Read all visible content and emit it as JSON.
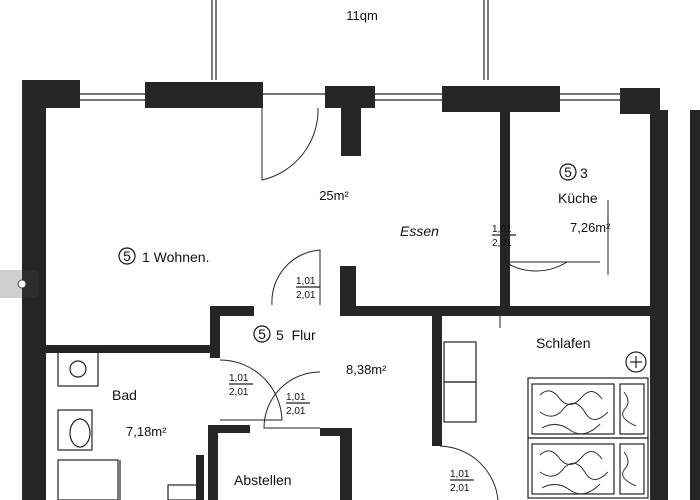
{
  "top_area": "11qm",
  "rooms": {
    "wohnen": {
      "number": "5",
      "name": "1 Wohnen.",
      "area": "25m²"
    },
    "kueche": {
      "number": "5",
      "name_num": "3",
      "name": "Küche",
      "area": "7,26m²"
    },
    "flur": {
      "number": "5",
      "name": "5  Flur",
      "area": "8,38m²"
    },
    "schlafen": {
      "name": "Schlafen"
    },
    "bad": {
      "name": "Bad",
      "area": "7,18m²"
    },
    "abstellen": {
      "name": "Abstellen"
    }
  },
  "handwriting": "Essen",
  "door_labels": {
    "kitchen": {
      "w": "1,01",
      "h": "2,01"
    },
    "living": {
      "w": "1,01",
      "h": "2,01"
    },
    "bath": {
      "w": "1,01",
      "h": "2,01"
    },
    "storage": {
      "w": "1,01",
      "h": "2,01"
    },
    "bedroom": {
      "w": "1,01",
      "h": "2,01"
    }
  }
}
